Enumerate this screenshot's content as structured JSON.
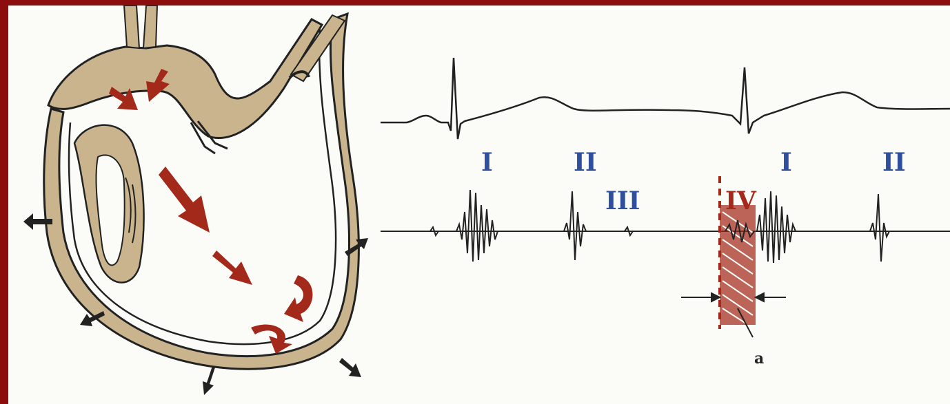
{
  "colors": {
    "frame": "#8b0d0d",
    "paper": "#fbfbf8",
    "wall": "#c9b48e",
    "arrow_red": "#a32a1a",
    "ink": "#222222",
    "label_blue": "#2f4f9e"
  },
  "sound_labels": {
    "first_s1": "I",
    "first_s2": "II",
    "third": "III",
    "fourth": "IV",
    "second_s1": "I",
    "second_s2": "II"
  },
  "interval_mark": "a"
}
